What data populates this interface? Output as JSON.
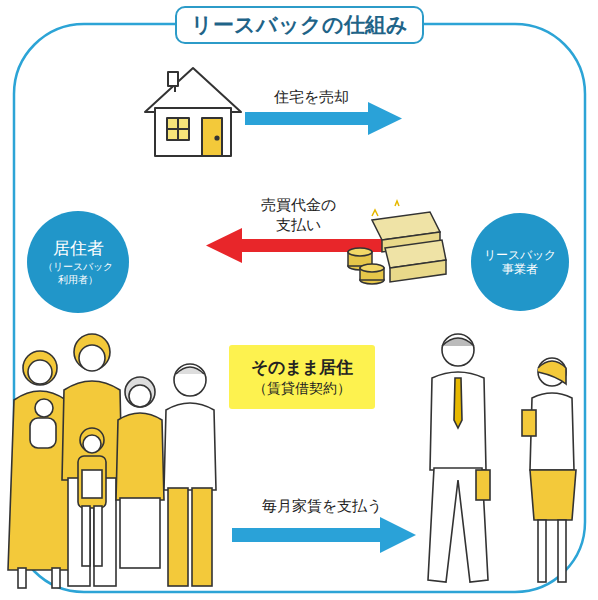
{
  "diagram": {
    "title": "リースバックの仕組み",
    "nodes": [
      {
        "text": [
          "居住者",
          "（リースバック 利用者）"
        ]
      },
      {
        "text": [
          "リースバック 事業者"
        ]
      },
      {
        "text": [
          "そのまま居住",
          "（賃貸借契約）"
        ]
      }
    ],
    "labels": [
      "住宅を売却",
      "売買代金の 支払い",
      "毎月家賃を支払う"
    ]
  }
}
